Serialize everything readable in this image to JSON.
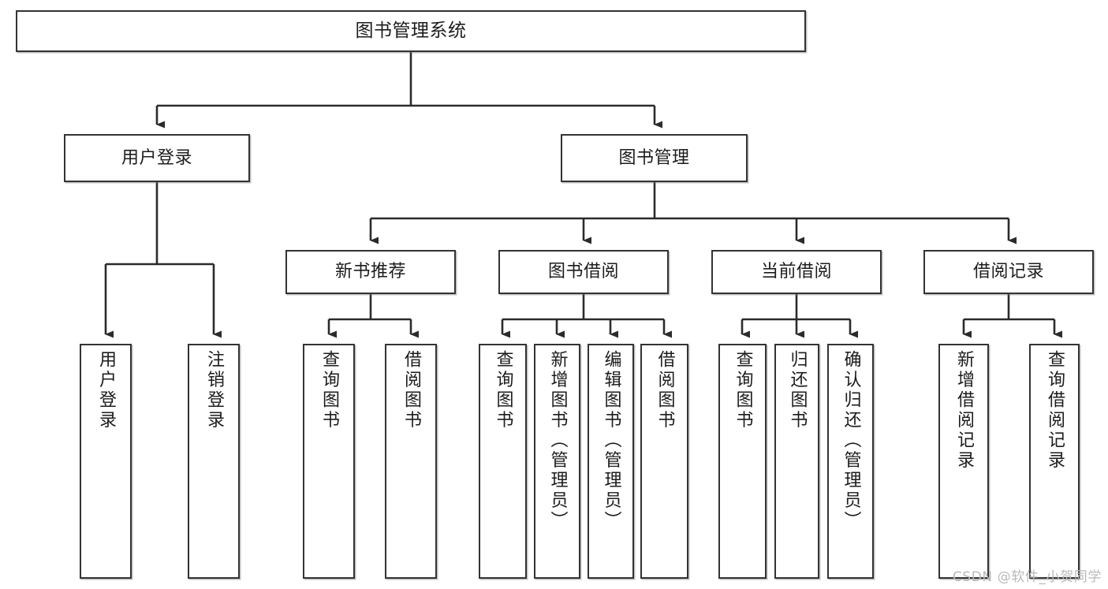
{
  "diagram": {
    "title": "图书管理系统",
    "type": "tree-hierarchy-chart",
    "root": {
      "id": "root",
      "label": "图书管理系统"
    },
    "level1": [
      {
        "id": "user-login",
        "label": "用户登录"
      },
      {
        "id": "book-manage",
        "label": "图书管理"
      }
    ],
    "level2": [
      {
        "id": "new-book-rec",
        "label": "新书推荐",
        "parent": "book-manage"
      },
      {
        "id": "book-borrow",
        "label": "图书借阅",
        "parent": "book-manage"
      },
      {
        "id": "current-borrow",
        "label": "当前借阅",
        "parent": "book-manage"
      },
      {
        "id": "borrow-record",
        "label": "借阅记录",
        "parent": "book-manage"
      }
    ],
    "leaves": [
      {
        "id": "leaf-user-login",
        "label": "用户登录",
        "parent": "user-login"
      },
      {
        "id": "leaf-user-logout",
        "label": "注销登录",
        "parent": "user-login"
      },
      {
        "id": "leaf-query-book-1",
        "label": "查询图书",
        "parent": "new-book-rec"
      },
      {
        "id": "leaf-borrow-book-1",
        "label": "借阅图书",
        "parent": "new-book-rec"
      },
      {
        "id": "leaf-query-book-2",
        "label": "查询图书",
        "parent": "book-borrow"
      },
      {
        "id": "leaf-add-book",
        "label": "新增图书（管理员）",
        "parent": "book-borrow"
      },
      {
        "id": "leaf-edit-book",
        "label": "编辑图书（管理员）",
        "parent": "book-borrow"
      },
      {
        "id": "leaf-borrow-book-2",
        "label": "借阅图书",
        "parent": "book-borrow"
      },
      {
        "id": "leaf-query-book-3",
        "label": "查询图书",
        "parent": "current-borrow"
      },
      {
        "id": "leaf-return-book",
        "label": "归还图书",
        "parent": "current-borrow"
      },
      {
        "id": "leaf-confirm-return",
        "label": "确认归还（管理员）",
        "parent": "current-borrow"
      },
      {
        "id": "leaf-add-record",
        "label": "新增借阅记录",
        "parent": "borrow-record"
      },
      {
        "id": "leaf-query-record",
        "label": "查询借阅记录",
        "parent": "borrow-record"
      }
    ]
  },
  "watermark": {
    "text": "CSDN @软件_小贺同学"
  },
  "colors": {
    "border": "#333333",
    "text": "#1c1c1c",
    "background": "#ffffff",
    "connector": "#2b2b2b",
    "watermark": "#b9b9b9"
  }
}
